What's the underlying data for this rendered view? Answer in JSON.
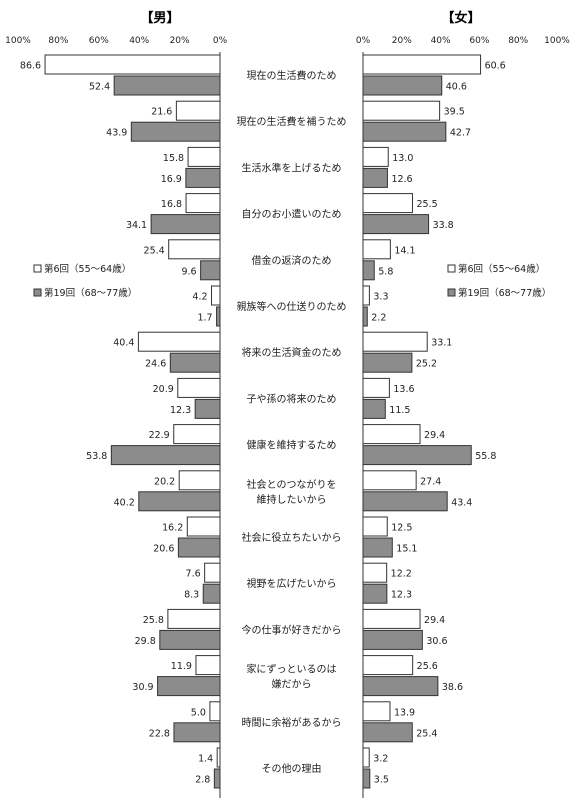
{
  "chart_data": [
    {
      "type": "bar",
      "orientation": "horizontal",
      "direction": "right-to-left",
      "title": "【男】",
      "xlim": [
        0,
        100
      ],
      "tick_labels": [
        "100%",
        "80%",
        "60%",
        "40%",
        "20%",
        "0%"
      ],
      "categories": [
        "現在の生活費のため",
        "現在の生活費を補うため",
        "生活水準を上げるため",
        "自分のお小遣いのため",
        "借金の返済のため",
        "親族等への仕送りのため",
        "将来の生活資金のため",
        "子や孫の将来のため",
        "健康を維持するため",
        "社会とのつながりを\n維持したいから",
        "社会に役立ちたいから",
        "視野を広げたいから",
        "今の仕事が好きだから",
        "家にずっといるのは\n嫌だから",
        "時間に余裕があるから",
        "その他の理由"
      ],
      "series": [
        {
          "name": "第6回（55～64歳）",
          "color": "#ffffff",
          "values": [
            86.6,
            21.6,
            15.8,
            16.8,
            25.4,
            4.2,
            40.4,
            20.9,
            22.9,
            20.2,
            16.2,
            7.6,
            25.8,
            11.9,
            5.0,
            1.4
          ]
        },
        {
          "name": "第19回（68～77歳）",
          "color": "#8c8c8c",
          "values": [
            52.4,
            43.9,
            16.9,
            34.1,
            9.6,
            1.7,
            24.6,
            12.3,
            53.8,
            40.2,
            20.6,
            8.3,
            29.8,
            30.9,
            22.8,
            2.8
          ]
        }
      ],
      "legend_position": "left"
    },
    {
      "type": "bar",
      "orientation": "horizontal",
      "direction": "left-to-right",
      "title": "【女】",
      "xlim": [
        0,
        100
      ],
      "tick_labels": [
        "0%",
        "20%",
        "40%",
        "60%",
        "80%",
        "100%"
      ],
      "series": [
        {
          "name": "第6回（55～64歳）",
          "color": "#ffffff",
          "values": [
            60.6,
            39.5,
            13.0,
            25.5,
            14.1,
            3.3,
            33.1,
            13.6,
            29.4,
            27.4,
            12.5,
            12.2,
            29.4,
            25.6,
            13.9,
            3.2
          ]
        },
        {
          "name": "第19回（68～77歳）",
          "color": "#8c8c8c",
          "values": [
            40.6,
            42.7,
            12.6,
            33.8,
            5.8,
            2.2,
            25.2,
            11.5,
            55.8,
            43.4,
            15.1,
            12.3,
            30.6,
            38.6,
            25.4,
            3.5
          ]
        }
      ],
      "legend_position": "right"
    }
  ]
}
